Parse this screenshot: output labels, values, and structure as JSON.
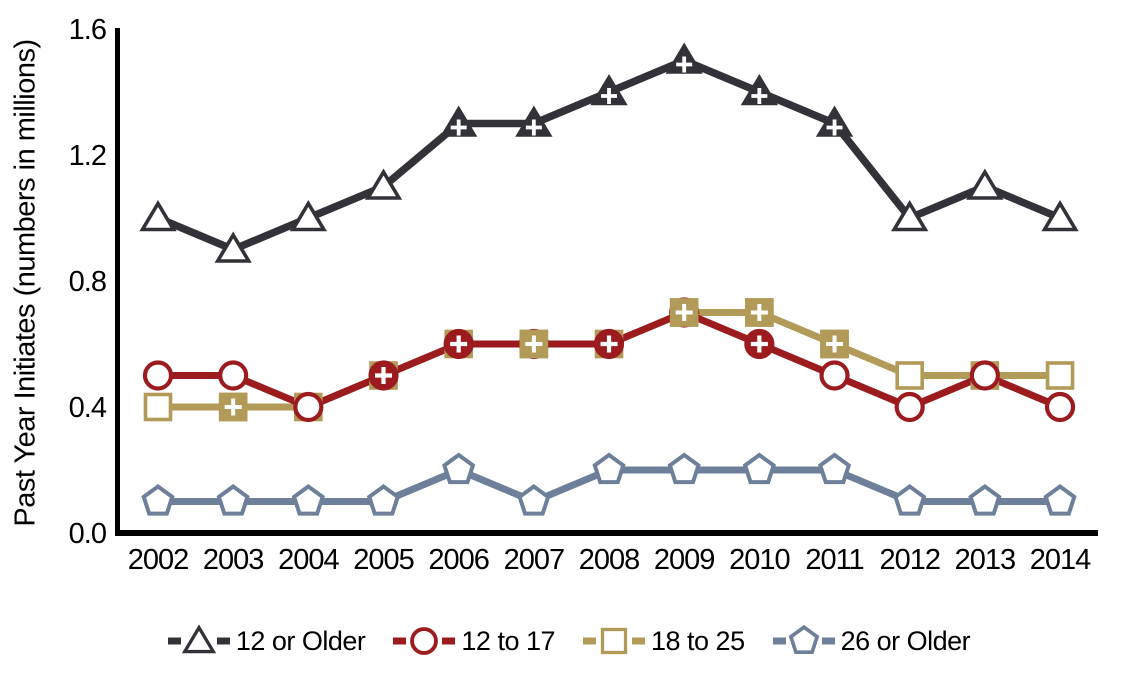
{
  "figure": {
    "background_color": "#ffffff",
    "axis_color": "#000000"
  },
  "chart_data": {
    "type": "line",
    "title": "",
    "xlabel": "",
    "ylabel": "Past Year Initiates (numbers in millions)",
    "x": [
      "2002",
      "2003",
      "2004",
      "2005",
      "2006",
      "2007",
      "2008",
      "2009",
      "2010",
      "2011",
      "2012",
      "2013",
      "2014"
    ],
    "ylim": [
      0.0,
      1.6
    ],
    "ytick_labels": [
      "0.0",
      "0.4",
      "0.8",
      "1.2",
      "1.6"
    ],
    "grid": false,
    "legend_position": "bottom",
    "marker_note": "Solid markers containing a white plus sign denote flagged (significant) years; open markers are unflagged.",
    "series": [
      {
        "name": "12 or Older",
        "color": "#333238",
        "marker": "triangle",
        "values": [
          1.0,
          0.9,
          1.0,
          1.1,
          1.3,
          1.3,
          1.4,
          1.5,
          1.4,
          1.3,
          1.0,
          1.1,
          1.0
        ],
        "plus": [
          false,
          false,
          false,
          false,
          true,
          true,
          true,
          true,
          true,
          true,
          false,
          false,
          false
        ]
      },
      {
        "name": "12 to 17",
        "color": "#9B1B1E",
        "marker": "circle",
        "values": [
          0.5,
          0.5,
          0.4,
          0.5,
          0.6,
          0.6,
          0.6,
          0.7,
          0.6,
          0.5,
          0.4,
          0.5,
          0.4
        ],
        "plus": [
          false,
          false,
          false,
          true,
          true,
          true,
          true,
          true,
          true,
          false,
          false,
          false,
          false
        ]
      },
      {
        "name": "18 to 25",
        "color": "#B29A58",
        "marker": "square",
        "values": [
          0.4,
          0.4,
          0.4,
          0.5,
          0.6,
          0.6,
          0.6,
          0.7,
          0.7,
          0.6,
          0.5,
          0.5,
          0.5
        ],
        "plus": [
          false,
          true,
          false,
          false,
          false,
          true,
          false,
          true,
          true,
          true,
          false,
          false,
          false
        ]
      },
      {
        "name": "26 or Older",
        "color": "#6E7F9A",
        "marker": "pentagon",
        "values": [
          0.1,
          0.1,
          0.1,
          0.1,
          0.2,
          0.1,
          0.2,
          0.2,
          0.2,
          0.2,
          0.1,
          0.1,
          0.1
        ],
        "plus": [
          false,
          false,
          false,
          false,
          false,
          false,
          false,
          false,
          false,
          false,
          false,
          false,
          false
        ]
      }
    ]
  }
}
